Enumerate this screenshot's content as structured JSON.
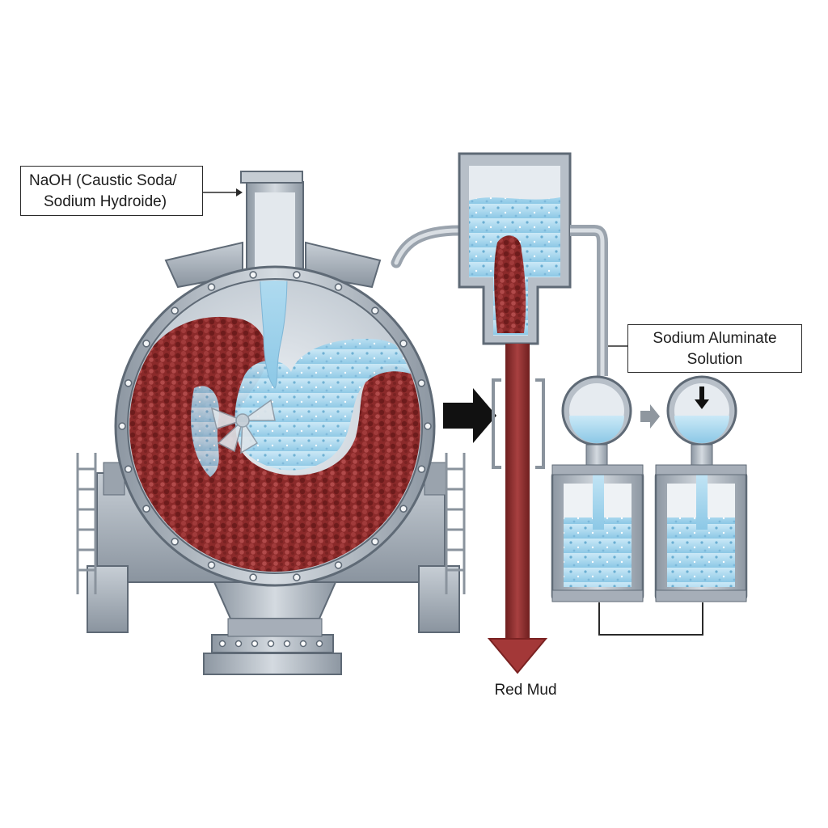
{
  "labels": {
    "naoh_line1": "NaOH (Caustic Soda/",
    "naoh_line2": "Sodium Hydroide)",
    "aluminate_line1": "Sodium Aluminate",
    "aluminate_line2": "Solution",
    "red_mud": "Red Mud"
  },
  "colors": {
    "steel": "#aeb6bf",
    "steel_dark": "#6f7a86",
    "liquid": "#a9d8f0",
    "red_mud": "#8b2a2a"
  },
  "icons": [
    "arrow-right-icon",
    "arrow-down-icon"
  ]
}
